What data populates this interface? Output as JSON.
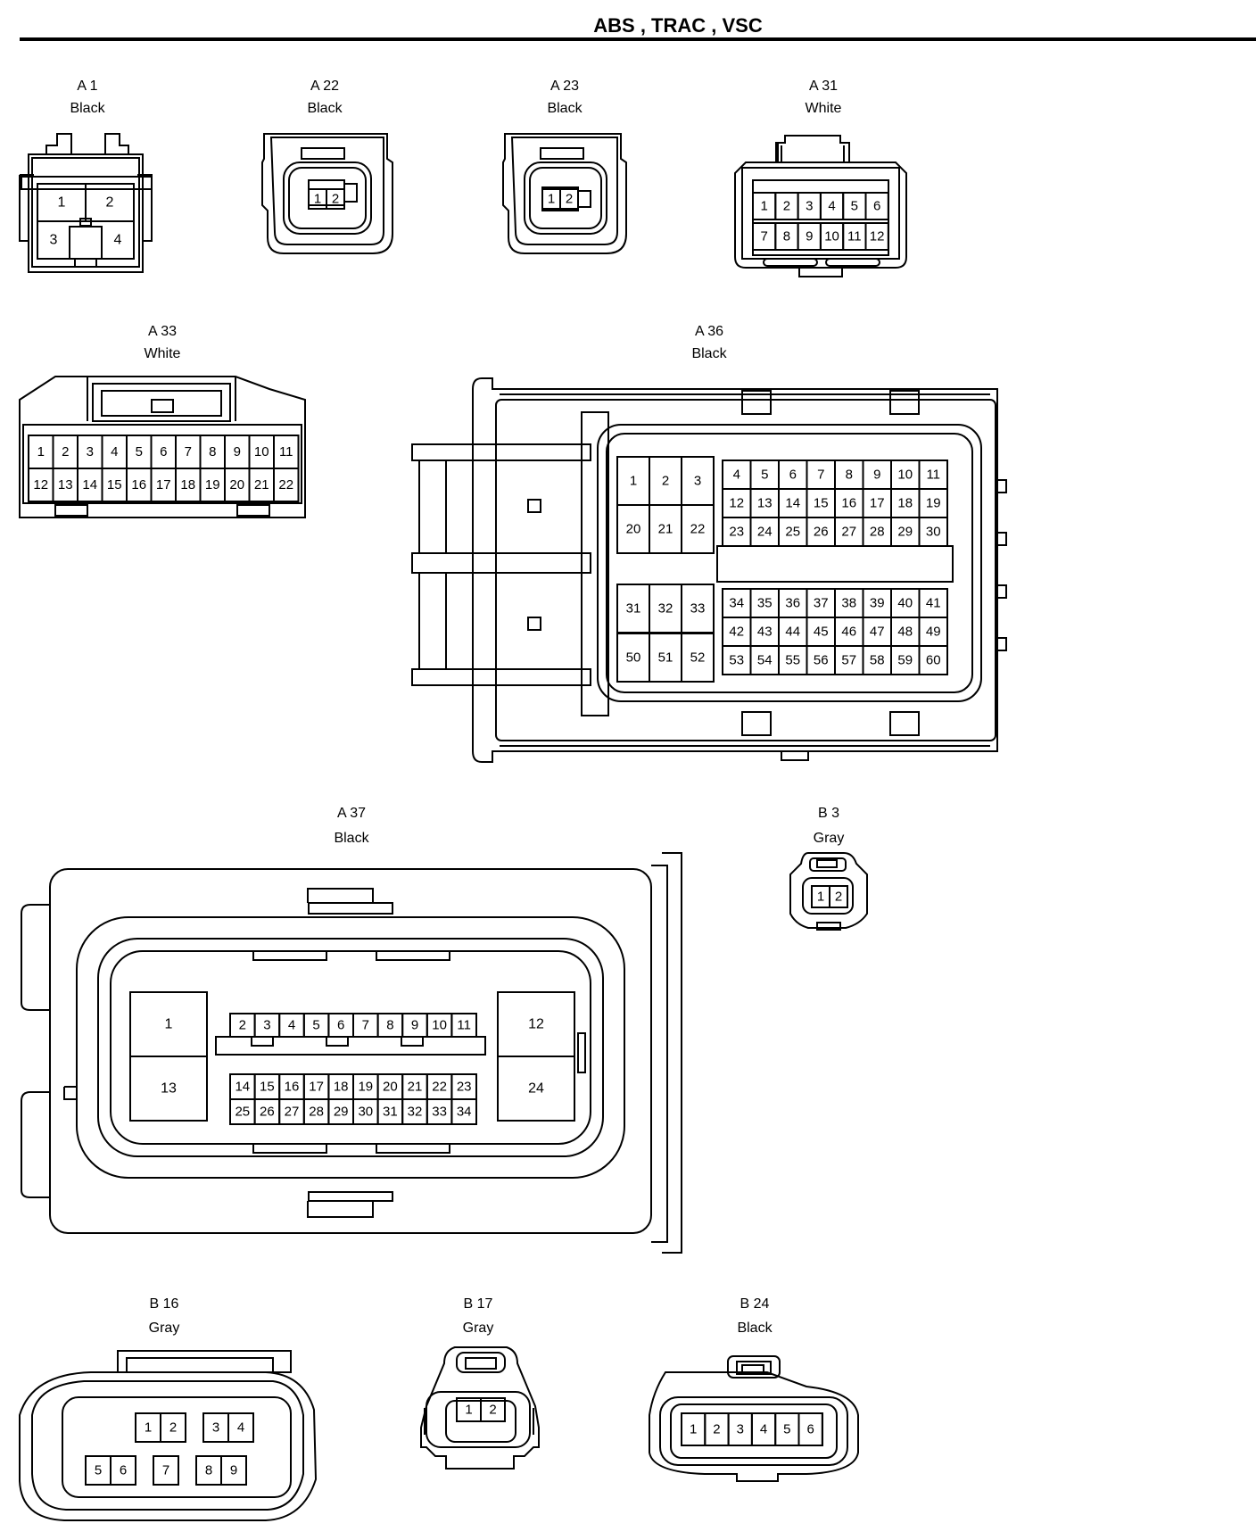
{
  "title": "ABS , TRAC , VSC",
  "connectors": {
    "A1": {
      "id": "A 1",
      "color": "Black",
      "pins": [
        "1",
        "2",
        "3",
        "4"
      ]
    },
    "A22": {
      "id": "A 22",
      "color": "Black",
      "pins": [
        "1",
        "2"
      ]
    },
    "A23": {
      "id": "A 23",
      "color": "Black",
      "pins": [
        "1",
        "2"
      ]
    },
    "A31": {
      "id": "A 31",
      "color": "White",
      "pins": [
        "1",
        "2",
        "3",
        "4",
        "5",
        "6",
        "7",
        "8",
        "9",
        "10",
        "11",
        "12"
      ]
    },
    "A33": {
      "id": "A 33",
      "color": "White",
      "pins": [
        "1",
        "2",
        "3",
        "4",
        "5",
        "6",
        "7",
        "8",
        "9",
        "10",
        "11",
        "12",
        "13",
        "14",
        "15",
        "16",
        "17",
        "18",
        "19",
        "20",
        "21",
        "22"
      ]
    },
    "A36": {
      "id": "A 36",
      "color": "Black",
      "pins": [
        "1",
        "2",
        "3",
        "20",
        "21",
        "22",
        "31",
        "32",
        "33",
        "50",
        "51",
        "52",
        "4",
        "5",
        "6",
        "7",
        "8",
        "9",
        "10",
        "11",
        "12",
        "13",
        "14",
        "15",
        "16",
        "17",
        "18",
        "19",
        "23",
        "24",
        "25",
        "26",
        "27",
        "28",
        "29",
        "30",
        "34",
        "35",
        "36",
        "37",
        "38",
        "39",
        "40",
        "41",
        "42",
        "43",
        "44",
        "45",
        "46",
        "47",
        "48",
        "49",
        "53",
        "54",
        "55",
        "56",
        "57",
        "58",
        "59",
        "60"
      ]
    },
    "A37": {
      "id": "A 37",
      "color": "Black",
      "pins": [
        "1",
        "13",
        "12",
        "24",
        "2",
        "3",
        "4",
        "5",
        "6",
        "7",
        "8",
        "9",
        "10",
        "11",
        "14",
        "15",
        "16",
        "17",
        "18",
        "19",
        "20",
        "21",
        "22",
        "23",
        "25",
        "26",
        "27",
        "28",
        "29",
        "30",
        "31",
        "32",
        "33",
        "34"
      ]
    },
    "B3": {
      "id": "B 3",
      "color": "Gray",
      "pins": [
        "1",
        "2"
      ]
    },
    "B16": {
      "id": "B 16",
      "color": "Gray",
      "pins": [
        "1",
        "2",
        "3",
        "4",
        "5",
        "6",
        "7",
        "8",
        "9"
      ]
    },
    "B17": {
      "id": "B 17",
      "color": "Gray",
      "pins": [
        "1",
        "2"
      ]
    },
    "B24": {
      "id": "B 24",
      "color": "Black",
      "pins": [
        "1",
        "2",
        "3",
        "4",
        "5",
        "6"
      ]
    }
  }
}
